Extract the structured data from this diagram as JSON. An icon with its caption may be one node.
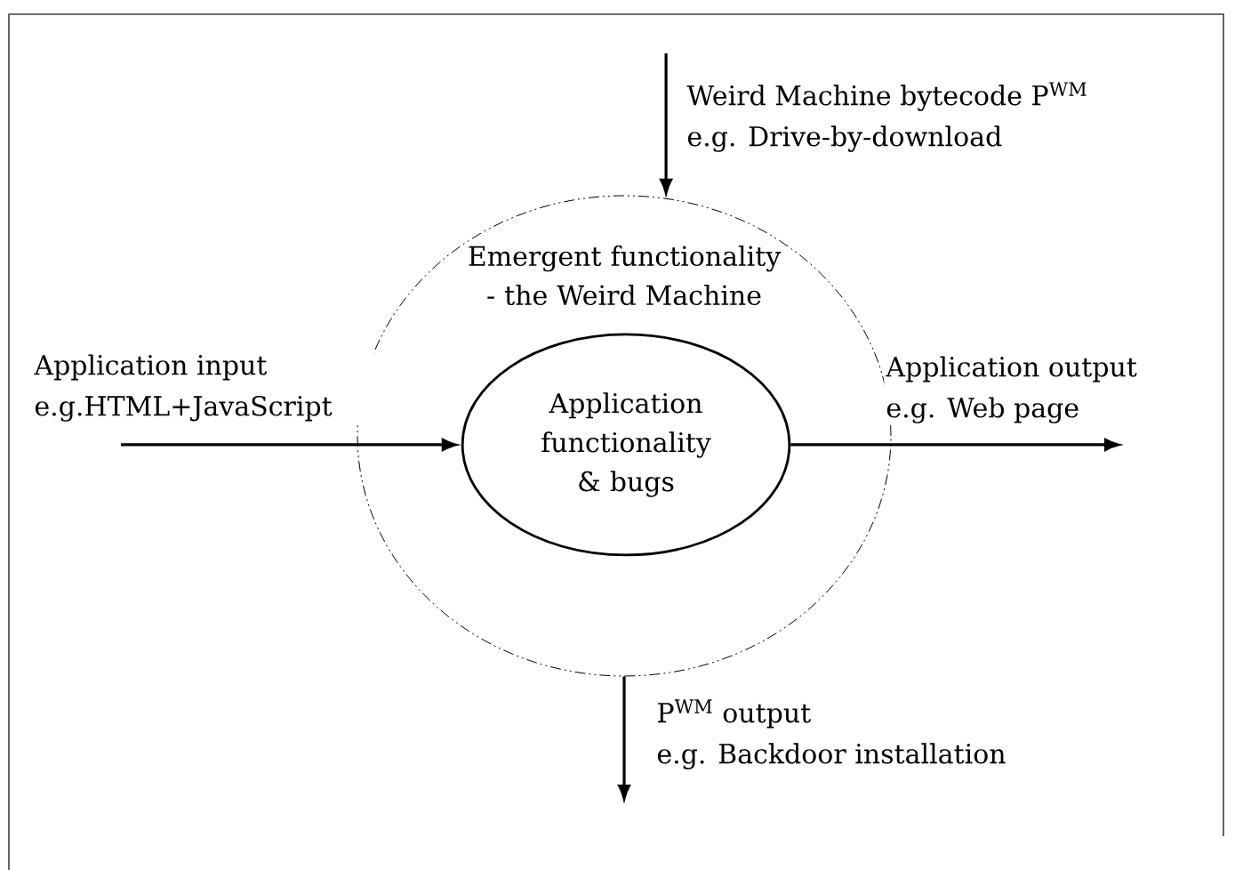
{
  "diagram": {
    "nodes": [
      {
        "text": [
          "Emergent functionality - the Weird Machine"
        ]
      },
      {
        "text": [
          "Application functionality & bugs"
        ],
        "in": 0
      }
    ],
    "edges": [
      {
        "from": null,
        "to": 0,
        "arrow": "to",
        "label": "Weird Machine bytecode P$^{WM}$ e.g. Drive-by-download"
      },
      {
        "from": null,
        "to": 1,
        "arrow": "to",
        "label": "Application input e.g.HTML+JavaScript"
      },
      {
        "from": 1,
        "to": null,
        "arrow": "to",
        "label": "Application output e.g. Web page"
      },
      {
        "from": 0,
        "to": null,
        "arrow": "to",
        "label": "P$^{WM}$ output e.g. Backdoor installation"
      }
    ]
  }
}
